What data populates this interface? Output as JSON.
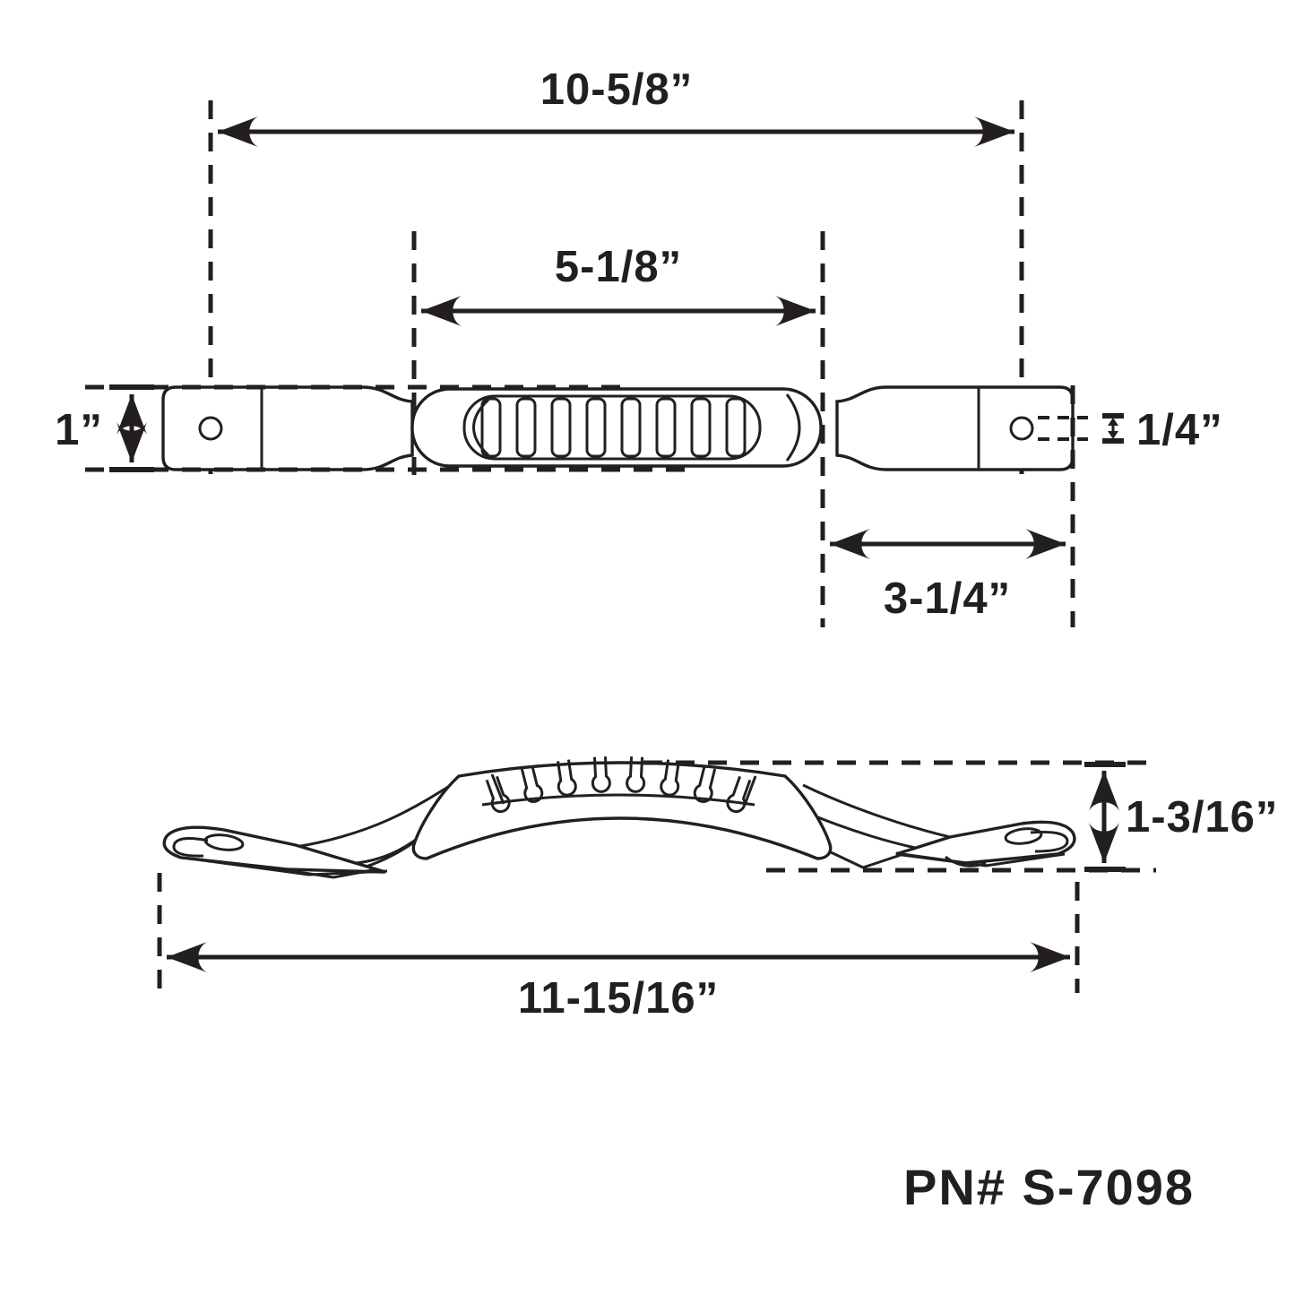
{
  "drawing": {
    "part_number": "PN# S-7098",
    "dimensions": {
      "overall_width": "10-5/8”",
      "grip_width": "5-1/8”",
      "end_height": "1”",
      "hole_diameter": "1/4”",
      "end_section": "3-1/4”",
      "side_height": "1-3/16”",
      "overall_length": "11-15/16”"
    },
    "colors": {
      "ink": "#231f20",
      "background": "#ffffff"
    }
  }
}
